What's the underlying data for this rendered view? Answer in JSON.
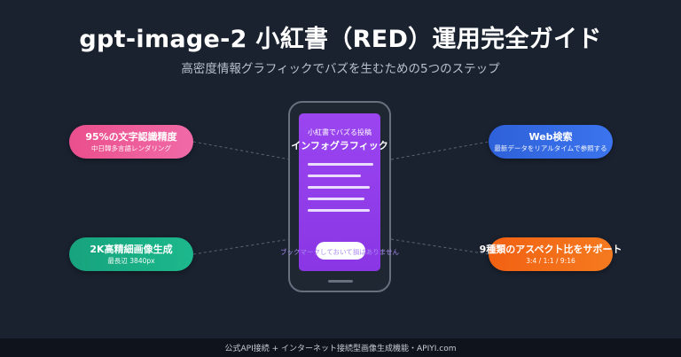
{
  "header": {
    "title": "gpt-image-2 小紅書（RED）運用完全ガイド",
    "subtitle": "高密度情報グラフィックでバズを生むための5つのステップ"
  },
  "features": {
    "top_left": {
      "title": "95%の文字認識精度",
      "desc": "中日韓多言語レンダリング"
    },
    "bottom_left": {
      "title": "2K高精細画像生成",
      "desc": "最長辺 3840px"
    },
    "top_right": {
      "title": "Web検索",
      "desc": "最新データをリアルタイムで参照する"
    },
    "bottom_right": {
      "title": "9種類のアスペクト比をサポート",
      "desc": "3:4 / 1:1 / 9:16"
    }
  },
  "phone": {
    "caption": "小紅書でバズる投稿",
    "headline": "インフォグラフィック",
    "note": "ブックマークしておいて損はありません"
  },
  "footer": {
    "text": "公式API接続 + インターネット接続型画像生成機能・APIYI.com"
  },
  "colors": {
    "background": "#1a2230",
    "pink": "#ea4f8c",
    "green": "#17a37d",
    "blue": "#2e61d9",
    "orange": "#f26112",
    "phone_screen": "#9a45f0"
  }
}
